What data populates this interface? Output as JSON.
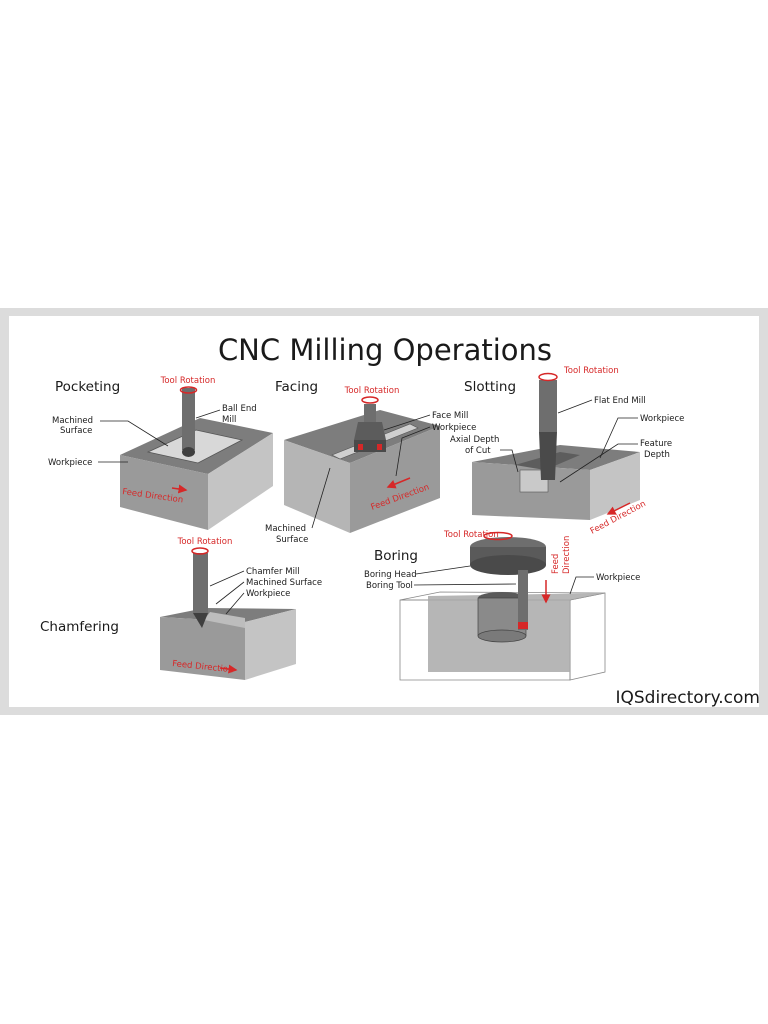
{
  "title": "CNC Milling Operations",
  "brand": "IQSdirectory.com",
  "colors": {
    "red": "#d62828",
    "workpiece_top": "#7d7d7d",
    "workpiece_front": "#9a9a9a",
    "workpiece_side": "#c4c4c4",
    "tool": "#6e6e6e"
  },
  "pocketing": {
    "name": "Pocketing",
    "tool_rotation": "Tool Rotation",
    "tool": "Ball End Mill",
    "tool_line1": "Ball End",
    "tool_line2": "Mill",
    "surface_line1": "Machined",
    "surface_line2": "Surface",
    "workpiece": "Workpiece",
    "feed": "Feed Direction"
  },
  "facing": {
    "name": "Facing",
    "tool_rotation": "Tool Rotation",
    "tool": "Face Mill",
    "workpiece": "Workpiece",
    "surface_line1": "Machined",
    "surface_line2": "Surface",
    "feed": "Feed Direction"
  },
  "slotting": {
    "name": "Slotting",
    "tool_rotation": "Tool Rotation",
    "tool": "Flat End Mill",
    "workpiece": "Workpiece",
    "axial_line1": "Axial Depth",
    "axial_line2": "of Cut",
    "feature_line1": "Feature",
    "feature_line2": "Depth",
    "feed": "Feed Direction"
  },
  "chamfering": {
    "name": "Chamfering",
    "tool_rotation": "Tool Rotation",
    "tool": "Chamfer Mill",
    "surface": "Machined Surface",
    "workpiece": "Workpiece",
    "feed": "Feed Direction"
  },
  "boring": {
    "name": "Boring",
    "tool_rotation": "Tool Rotation",
    "head": "Boring Head",
    "tool": "Boring Tool",
    "feed_line1": "Feed",
    "feed_line2": "Direction",
    "workpiece": "Workpiece"
  }
}
